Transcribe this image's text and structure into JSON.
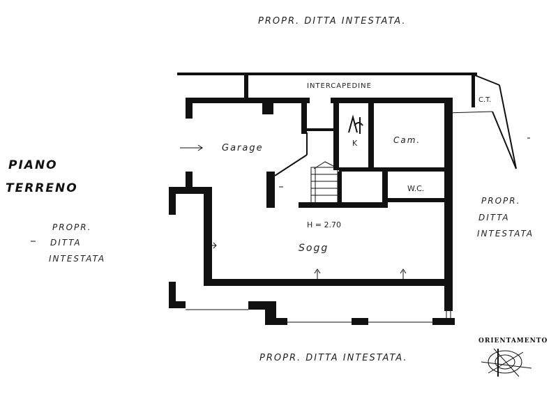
{
  "title": {
    "line1": "PIANO",
    "line2": "TERRENO"
  },
  "neighbors": {
    "top": "PROPR. DITTA INTESTATA.",
    "left_line1": "PROPR.",
    "left_line2": "DITTA",
    "left_line3": "INTESTATA",
    "right_line1": "PROPR.",
    "right_line2": "DITTA",
    "right_line3": "INTESTATA",
    "bottom": "PROPR. DITTA INTESTATA."
  },
  "rooms": {
    "intercapedine": "INTERCAPEDINE",
    "ct": "C.T.",
    "garage": "Garage",
    "kitchen": "K",
    "bedroom": "Cam.",
    "wc": "W.C.",
    "living": "Sogg",
    "height": "H = 2.70"
  },
  "orientation": {
    "label": "ORIENTAMENTO"
  }
}
